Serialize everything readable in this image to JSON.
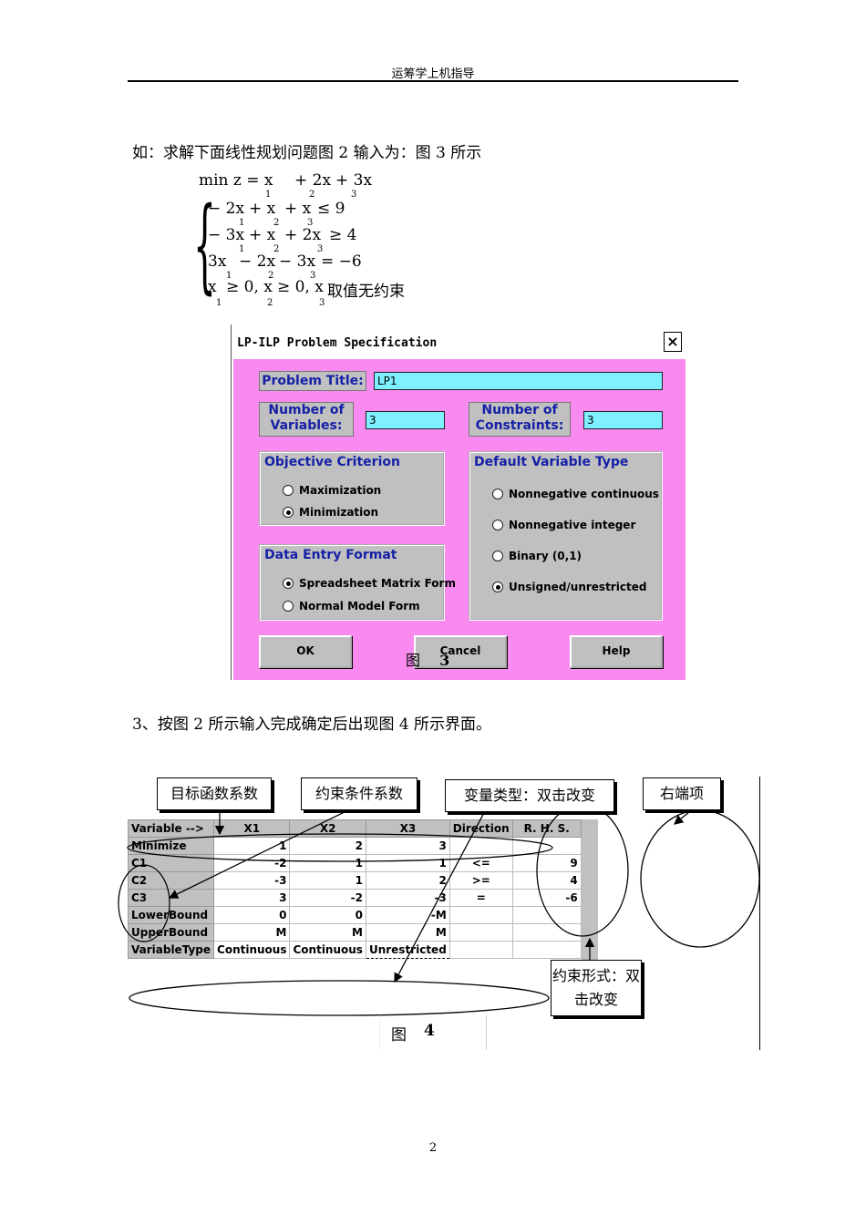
{
  "header": {
    "title": "运筹学上机指导"
  },
  "intro": "如：求解下面线性规划问题图 2 输入为：图 3 所示",
  "problem": {
    "objective": {
      "prefix": "min z = x",
      "t2": "+ 2x",
      "t3": "+ 3x",
      "subs": [
        "1",
        "2",
        "3"
      ]
    },
    "constraints": [
      {
        "a": "− 2x",
        "b": "+ x",
        "c": "+ x",
        "rhs": "≤ 9",
        "subs": [
          "1",
          "2",
          "3"
        ]
      },
      {
        "a": "− 3x",
        "b": "+ x",
        "c": "+ 2x",
        "rhs": "≥ 4",
        "subs": [
          "1",
          "2",
          "3"
        ]
      },
      {
        "a": "3x",
        "b": "− 2x",
        "c": "− 3x",
        "rhs": "= −6",
        "subs": [
          "1",
          "2",
          "3"
        ]
      }
    ],
    "bounds": {
      "a": "x",
      "b": "≥ 0, x",
      "c": "≥ 0, x",
      "tail": "取值无约束",
      "subs": [
        "1",
        "2",
        "3"
      ]
    }
  },
  "dialog": {
    "title": "LP-ILP Problem Specification",
    "close": "×",
    "problem_title_label": "Problem Title:",
    "problem_title_value": "LP1",
    "num_vars_label": "Number of Variables:",
    "num_vars_value": "3",
    "num_cons_label": "Number of Constraints:",
    "num_cons_value": "3",
    "objective_group": "Objective Criterion",
    "objective_options": [
      "Maximization",
      "Minimization"
    ],
    "objective_selected": 1,
    "entry_group": "Data Entry Format",
    "entry_options": [
      "Spreadsheet Matrix Form",
      "Normal Model Form"
    ],
    "entry_selected": 0,
    "vartype_group": "Default Variable Type",
    "vartype_options": [
      "Nonnegative continuous",
      "Nonnegative integer",
      "Binary (0,1)",
      "Unsigned/unrestricted"
    ],
    "vartype_selected": 3,
    "ok_label": "OK",
    "cancel_label": "Cancel",
    "help_label": "Help",
    "caption_prefix": "图",
    "caption_num": "3"
  },
  "step3": "3、按图 2 所示输入完成确定后出现图 4 所示界面。",
  "sheet": {
    "headers": [
      "Variable -->",
      "X1",
      "X2",
      "X3",
      "Direction",
      "R. H. S."
    ],
    "rows": [
      [
        "Minimize",
        "1",
        "2",
        "3",
        "",
        ""
      ],
      [
        "C1",
        "-2",
        "1",
        "1",
        "<=",
        "9"
      ],
      [
        "C2",
        "-3",
        "1",
        "2",
        ">=",
        "4"
      ],
      [
        "C3",
        "3",
        "-2",
        "-3",
        "=",
        "-6"
      ],
      [
        "LowerBound",
        "0",
        "0",
        "-M",
        "",
        ""
      ],
      [
        "UpperBound",
        "M",
        "M",
        "M",
        "",
        ""
      ],
      [
        "VariableType",
        "Continuous",
        "Continuous",
        "Unrestricted",
        "",
        ""
      ]
    ]
  },
  "callouts": {
    "obj_coef": "目标函数系数",
    "con_coef": "约束条件系数",
    "var_type": "变量类型：双击改变",
    "rhs": "右端项",
    "con_form": "约束形式：双击改变"
  },
  "fig4": {
    "prefix": "图",
    "num": "4"
  },
  "page_number": "2"
}
